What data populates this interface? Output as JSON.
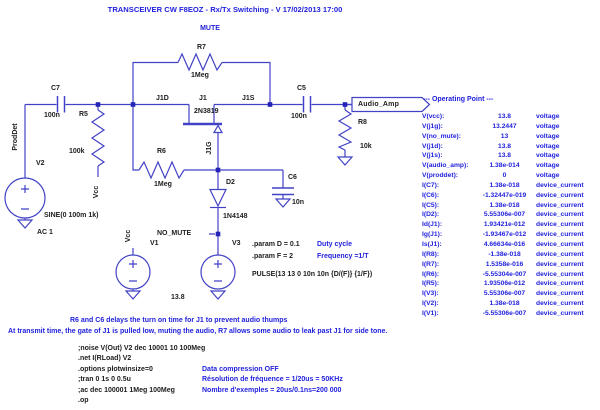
{
  "colors": {
    "wire": "#4242c6",
    "blue_text": "#2121dd",
    "black_text": "#1c1c1c"
  },
  "title": "TRANSCEIVER CW F8EOZ - Rx/Tx Switching - V 17/02/2013 17:00",
  "schematic": {
    "comment_mute": "MUTE",
    "net_labels": {
      "proddet": "ProdDet",
      "vcc_r5": "Vcc",
      "vcc_v1": "Vcc",
      "j1d": "J1D",
      "j1s": "J1S",
      "j1g": "J1G",
      "no_mute": "NO_MUTE",
      "audio_amp": "Audio_Amp"
    },
    "components": {
      "c7": {
        "name": "C7",
        "value": "100n"
      },
      "r5": {
        "name": "R5",
        "value": "100k"
      },
      "r7": {
        "name": "R7",
        "value": "1Meg"
      },
      "r6": {
        "name": "R6",
        "value": "1Meg"
      },
      "j1": {
        "name": "J1",
        "value": "2N3819"
      },
      "d2": {
        "name": "D2",
        "value": "1N4148"
      },
      "c6": {
        "name": "C6",
        "value": "10n"
      },
      "c5": {
        "name": "C5",
        "value": "100n"
      },
      "r8": {
        "name": "R8",
        "value": "10k"
      },
      "v2": {
        "name": "V2",
        "value": "SINE(0 100m 1k)",
        "value2": "AC 1"
      },
      "v1": {
        "name": "V1",
        "value": "13.8"
      },
      "v3": {
        "name": "V3"
      }
    },
    "params": [
      {
        "directive": ".param D = 0.1",
        "comment": "Duty cycle"
      },
      {
        "directive": ".param F = 2",
        "comment": "Frequency =1/T"
      }
    ],
    "pulse": "PULSE(13 13 0 10n 10n {D/(F)} {1/F})"
  },
  "operating_point": {
    "header": "--- Operating Point ---",
    "rows": [
      {
        "name": "V(vcc):",
        "value": "13.8",
        "unit": "voltage"
      },
      {
        "name": "V(j1g):",
        "value": "13.2447",
        "unit": "voltage"
      },
      {
        "name": "V(no_mute):",
        "value": "13",
        "unit": "voltage"
      },
      {
        "name": "V(j1d):",
        "value": "13.8",
        "unit": "voltage"
      },
      {
        "name": "V(j1s):",
        "value": "13.8",
        "unit": "voltage"
      },
      {
        "name": "V(audio_amp):",
        "value": "1.38e-014",
        "unit": "voltage"
      },
      {
        "name": "V(proddet):",
        "value": "0",
        "unit": "voltage"
      },
      {
        "name": "I(C7):",
        "value": "1.38e-018",
        "unit": "device_current"
      },
      {
        "name": "I(C6):",
        "value": "-1.32447e-019",
        "unit": "device_current"
      },
      {
        "name": "I(C5):",
        "value": "1.38e-018",
        "unit": "device_current"
      },
      {
        "name": "I(D2):",
        "value": "5.55306e-007",
        "unit": "device_current"
      },
      {
        "name": "Id(J1):",
        "value": "1.93421e-012",
        "unit": "device_current"
      },
      {
        "name": "Ig(J1):",
        "value": "-1.93467e-012",
        "unit": "device_current"
      },
      {
        "name": "Is(J1):",
        "value": "4.66634e-016",
        "unit": "device_current"
      },
      {
        "name": "I(R8):",
        "value": "-1.38e-018",
        "unit": "device_current"
      },
      {
        "name": "I(R7):",
        "value": "1.5358e-016",
        "unit": "device_current"
      },
      {
        "name": "I(R6):",
        "value": "-5.55304e-007",
        "unit": "device_current"
      },
      {
        "name": "I(R5):",
        "value": "1.93506e-012",
        "unit": "device_current"
      },
      {
        "name": "I(V3):",
        "value": "5.55306e-007",
        "unit": "device_current"
      },
      {
        "name": "I(V2):",
        "value": "1.38e-018",
        "unit": "device_current"
      },
      {
        "name": "I(V1):",
        "value": "-5.55306e-007",
        "unit": "device_current"
      }
    ]
  },
  "notes": [
    "R6 and C6 delays the turn on time for J1 to prevent audio thumps",
    "At transmit time, the gate of J1 is pulled low, muting the audio, R7 allows some audio to leak past J1 for side tone."
  ],
  "directives": [
    {
      "text": ";noise V(Out) V2 dec 10001 10 100Meg",
      "comment": ""
    },
    {
      "text": ".net I(RLoad) V2",
      "comment": ""
    },
    {
      "text": ".options plotwinsize=0",
      "comment": "Data compression OFF"
    },
    {
      "text": ";tran 0 1s 0 0.5u",
      "comment": "Résolution de fréquence = 1/20us = 50KHz"
    },
    {
      "text": ";ac dec 100001 1Meg 100Meg",
      "comment": "Nombre d'exemples = 20us/0.1ns=200 000"
    },
    {
      "text": ".op",
      "comment": ""
    }
  ]
}
